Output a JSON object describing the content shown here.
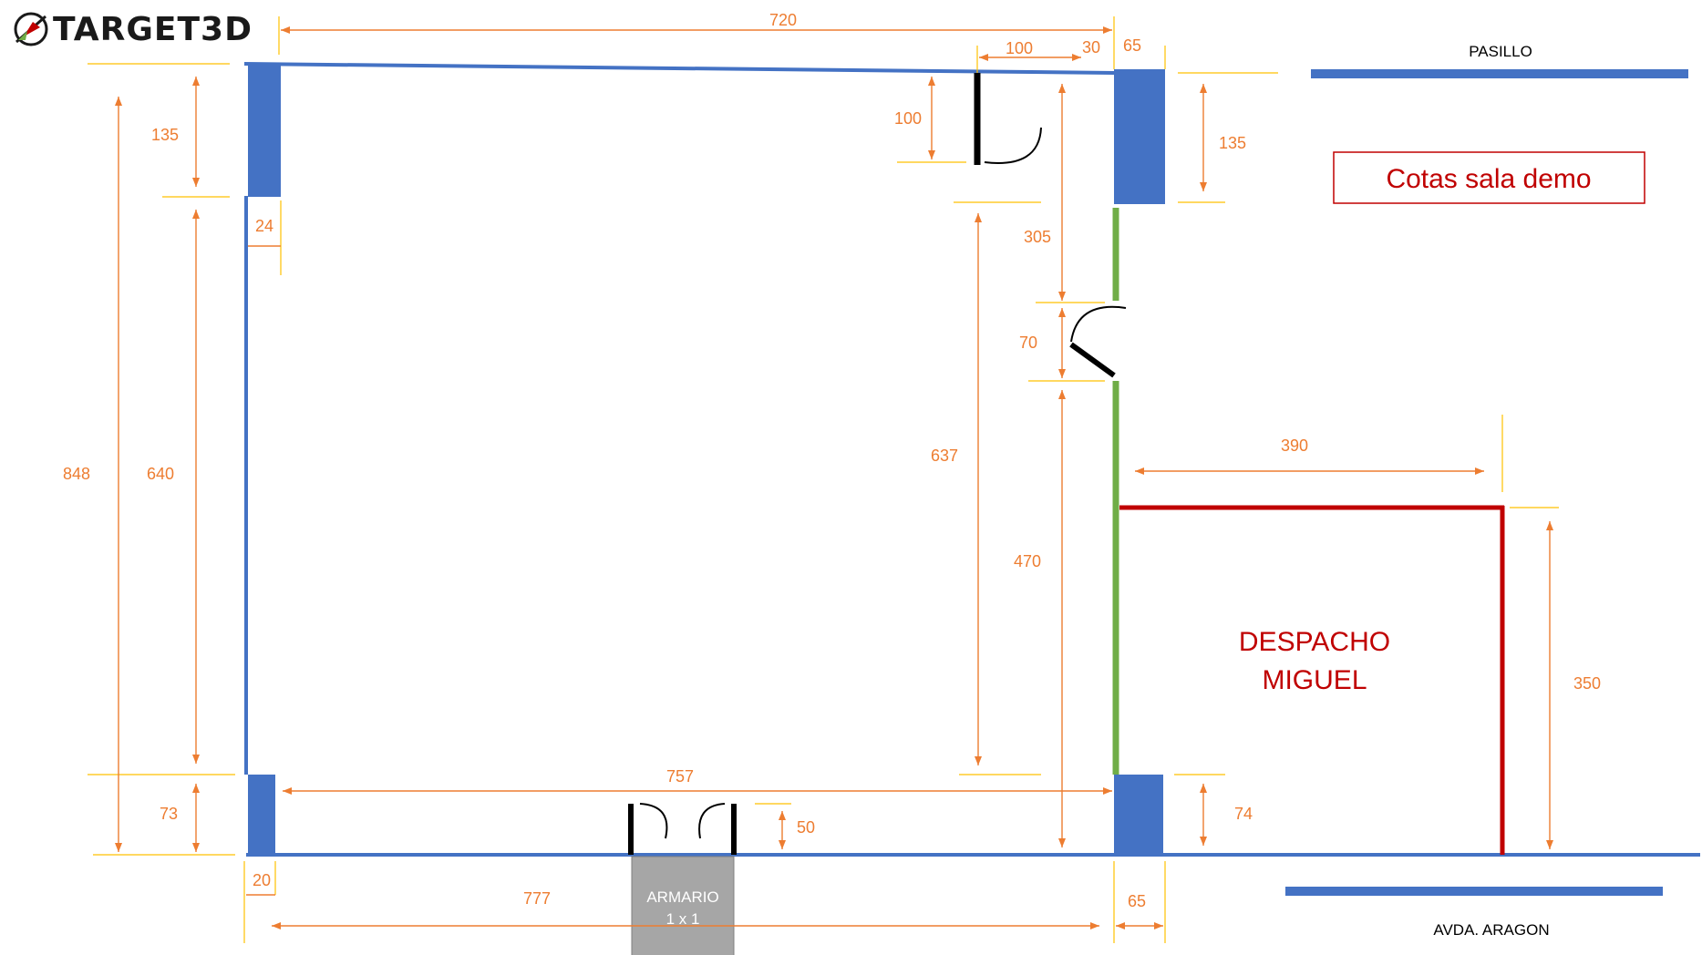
{
  "logo": {
    "text": "TARGET3D",
    "colors": [
      "#c00000",
      "#70ad47",
      "#1a1a1a"
    ]
  },
  "title": "Cotas sala demo",
  "labels": {
    "pasillo": "PASILLO",
    "avda": "AVDA. ARAGON",
    "despacho_line1": "DESPACHO",
    "despacho_line2": "MIGUEL",
    "armario_line1": "ARMARIO",
    "armario_line2": "1 x 1"
  },
  "dimensions": {
    "top_width": "720",
    "door_width": "100",
    "gap_30": "30",
    "pillar_top_width": "65",
    "door_height": "100",
    "left_top_pillar": "135",
    "right_top_pillar": "135",
    "pillar_thickness": "24",
    "total_left": "848",
    "left_mid": "640",
    "left_bottom_pillar": "73",
    "right_gap_305": "305",
    "side_door": "70",
    "inner_637": "637",
    "right_470": "470",
    "despacho_width": "390",
    "despacho_height": "350",
    "inner_bottom_757": "757",
    "cabinet_door": "50",
    "right_bottom_pillar": "74",
    "left_bottom_width": "20",
    "bottom_total": "777",
    "pillar_bottom_width": "65"
  },
  "colors": {
    "wall": "#4472c4",
    "pillar": "#4472c4",
    "glass_wall": "#70ad47",
    "office_wall": "#c00000",
    "dimension": "#ed7d31",
    "extension": "#ffc000",
    "cabinet": "#a6a6a6"
  }
}
